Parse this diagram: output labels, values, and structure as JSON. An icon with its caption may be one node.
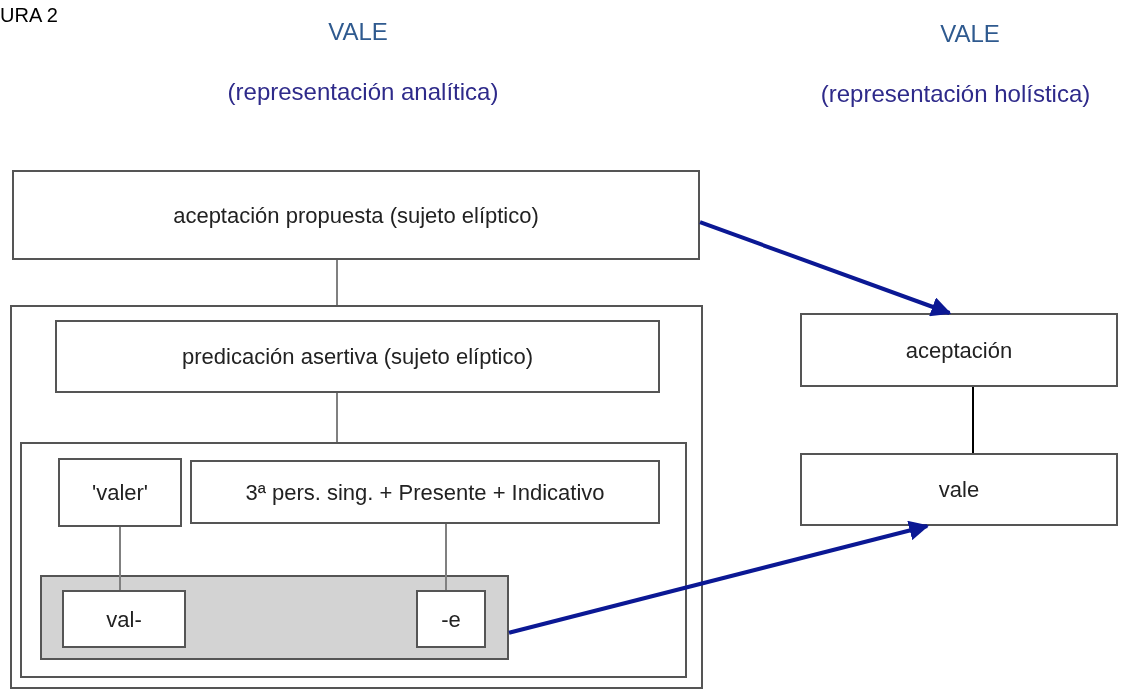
{
  "diagram": {
    "nodes": [
      {
        "text": [
          "aceptación propuesta (sujeto elíptico)"
        ]
      },
      {
        "text": [],
        "shape": "box"
      },
      {
        "text": [
          "predicación asertiva (sujeto elíptico)"
        ],
        "in": 1
      },
      {
        "text": [],
        "shape": "box",
        "in": 1
      },
      {
        "text": [
          "'valer'"
        ],
        "in": 3
      },
      {
        "text": [
          "3ª pers. sing. + Presente + Indicativo"
        ],
        "in": 3
      },
      {
        "text": [],
        "shape": "box",
        "in": 3
      },
      {
        "text": [
          "val-"
        ],
        "in": 6
      },
      {
        "text": [
          "-e"
        ],
        "in": 6
      },
      {
        "text": [
          "aceptación"
        ]
      },
      {
        "text": [
          "vale"
        ]
      }
    ],
    "edges": [
      {
        "from": 0,
        "to": 1,
        "arrow": "none",
        "color": "#808080"
      },
      {
        "from": 2,
        "to": 3,
        "arrow": "none",
        "color": "#808080"
      },
      {
        "from": 4,
        "to": 7,
        "arrow": "none",
        "color": "#808080"
      },
      {
        "from": 5,
        "to": 8,
        "arrow": "none",
        "color": "#808080"
      },
      {
        "from": 9,
        "to": 10,
        "arrow": "none",
        "color": "#000000"
      },
      {
        "from": 0,
        "to": 9,
        "arrow": "to",
        "style": "thick",
        "color": "#0b1894"
      },
      {
        "from": 6,
        "to": 10,
        "arrow": "to",
        "style": "thick",
        "color": "#0b1894"
      }
    ],
    "labels": [
      "URA 2",
      "VALE",
      "(representación analítica)",
      "VALE",
      "(representación holística)"
    ]
  }
}
